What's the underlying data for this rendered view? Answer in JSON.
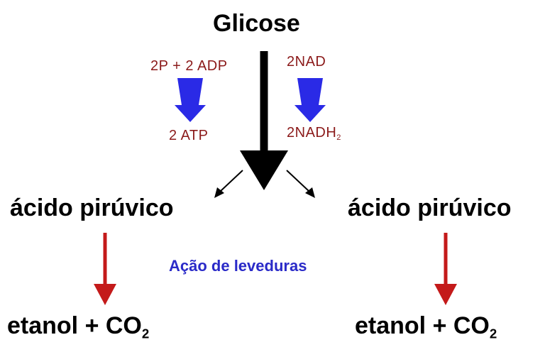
{
  "substrate": "Glicose",
  "left_cofactor_in": "2P + 2 ADP",
  "left_cofactor_out": "2 ATP",
  "right_cofactor_in": "2NAD",
  "right_cofactor_out": "2NADH",
  "right_cofactor_out_sub": "2",
  "intermediate_left": "ácido pirúvico",
  "intermediate_right": "ácido pirúvico",
  "process_note": "Ação de leveduras",
  "product_left": "etanol + CO",
  "product_left_sub": "2",
  "product_right": "etanol + CO",
  "product_right_sub": "2",
  "colors": {
    "main_arrow": "#000000",
    "cofactor_arrow": "#2a2ae6",
    "cofactor_text": "#8b1a1a",
    "product_arrow": "#c41a1a",
    "note_text": "#2a2ac8"
  }
}
